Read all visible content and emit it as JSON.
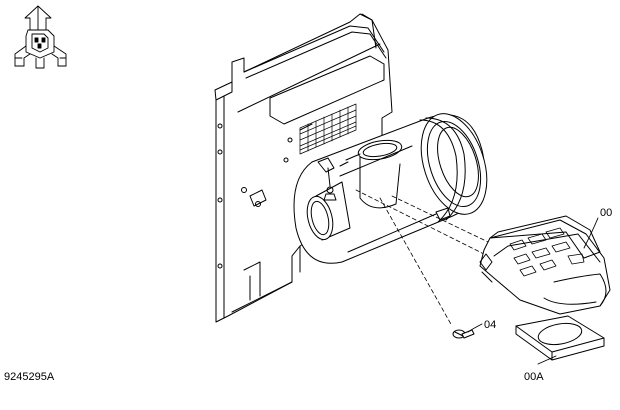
{
  "diagram": {
    "drawing_number": "9245295A",
    "callouts": {
      "part_00": "00",
      "part_04": "04",
      "part_00a": "00A"
    }
  },
  "style": {
    "ink": "#000000",
    "paper": "#ffffff"
  }
}
